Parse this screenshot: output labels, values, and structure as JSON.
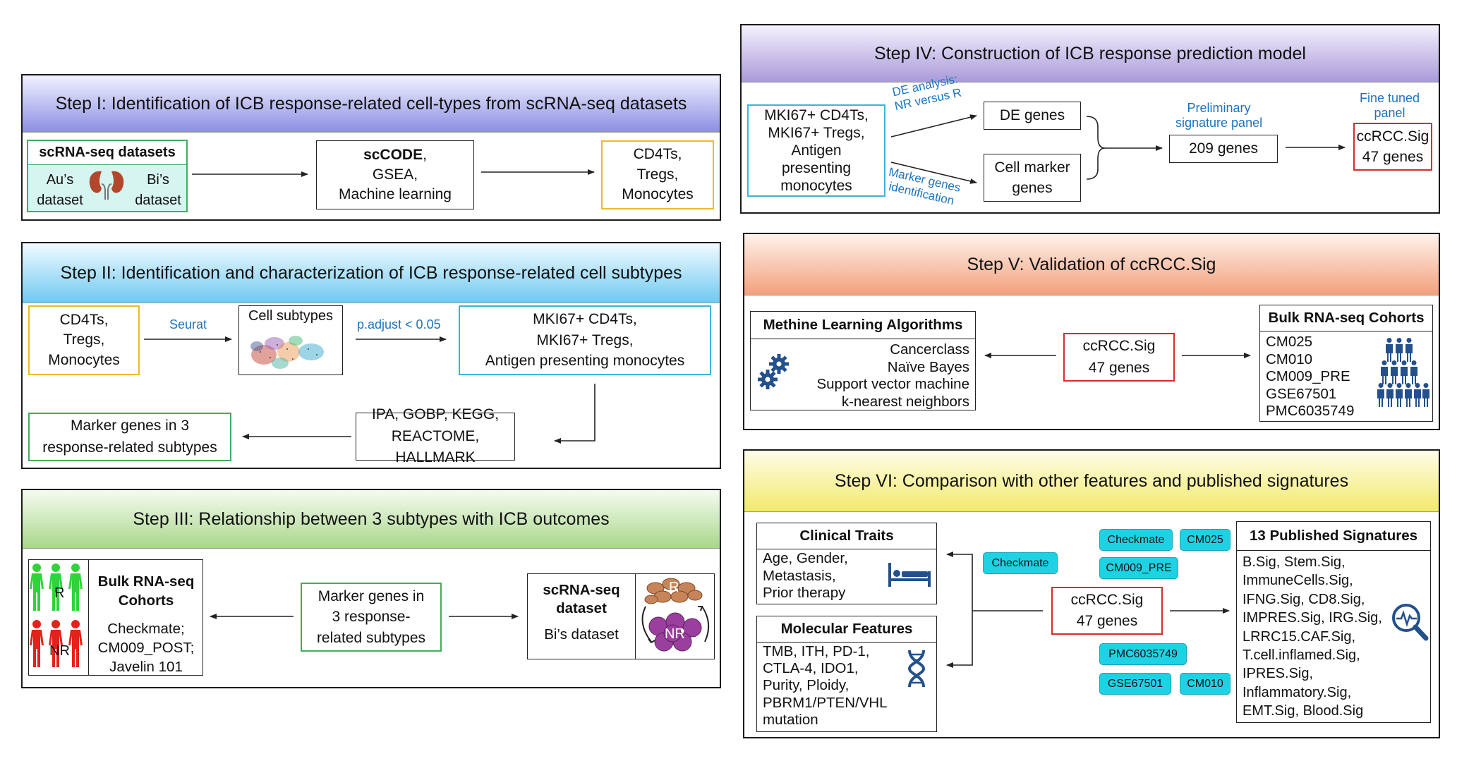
{
  "colors": {
    "step1": "#8c8fe3",
    "step2": "#6fc9f2",
    "step3": "#a9d78b",
    "step4": "#a99ad8",
    "step5": "#f2a07c",
    "step6": "#f1ea6a",
    "gold": "#f0b82a",
    "green": "#3fae5c",
    "cyan": "#3fb3d8",
    "red": "#d82b2b",
    "chip": "#1fd2e3",
    "blue_text": "#1e73be"
  },
  "step1": {
    "title": "Step I: Identification of ICB response-related cell-types from scRNA-seq datasets",
    "datasets_header": "scRNA-seq datasets",
    "au_line1": "Au’s",
    "au_line2": "dataset",
    "bi_line1": "Bi’s",
    "bi_line2": "dataset",
    "methods_bold": "scCODE",
    "methods_line1_suffix": ",",
    "methods_line2": "GSEA,",
    "methods_line3": "Machine learning",
    "celltypes": [
      "CD4Ts,",
      "Tregs,",
      "Monocytes"
    ]
  },
  "step2": {
    "title": "Step II: Identification and characterization of ICB response-related cell subtypes",
    "input": [
      "CD4Ts,",
      "Tregs,",
      "Monocytes"
    ],
    "seurat_label": "Seurat",
    "subtypes_label": "Cell subtypes",
    "padjust_label": "p.adjust < 0.05",
    "result": [
      "MKI67+ CD4Ts,",
      "MKI67+ Tregs,",
      "Antigen presenting monocytes"
    ],
    "enrichment": [
      "IPA, GOBP, KEGG,",
      "REACTOME, HALLMARK"
    ],
    "marker": [
      "Marker genes in 3",
      "response-related subtypes"
    ]
  },
  "step3": {
    "title": "Step III: Relationship between 3 subtypes with ICB outcomes",
    "R": "R",
    "NR": "NR",
    "bulk_header": [
      "Bulk RNA-seq",
      "Cohorts"
    ],
    "bulk_items": [
      "Checkmate;",
      "CM009_POST;",
      "Javelin 101"
    ],
    "marker": [
      "Marker genes in",
      "3 response-",
      "related subtypes"
    ],
    "sc_header": [
      "scRNA-seq",
      "dataset"
    ],
    "sc_item": "Bi’s dataset",
    "cluster_R": "R",
    "cluster_NR": "NR"
  },
  "step4": {
    "title": "Step IV: Construction of ICB response prediction model",
    "input": [
      "MKI67+ CD4Ts,",
      "MKI67+ Tregs,",
      "Antigen",
      "presenting",
      "monocytes"
    ],
    "de_label": [
      "DE analysis:",
      "NR versus R"
    ],
    "marker_label": [
      "Marker genes",
      "identification"
    ],
    "de_genes": "DE genes",
    "cell_marker": [
      "Cell marker",
      "genes"
    ],
    "prelim_label": [
      "Preliminary",
      "signature panel"
    ],
    "prelim_value": "209 genes",
    "fine_label": [
      "Fine tuned",
      "panel"
    ],
    "final": [
      "ccRCC.Sig",
      "47 genes"
    ]
  },
  "step5": {
    "title": "Step V: Validation of ccRCC.Sig",
    "ml_header": "Methine Learning Algorithms",
    "ml_items": [
      "Cancerclass",
      "Naïve Bayes",
      "Support vector machine",
      "k-nearest neighbors"
    ],
    "center": [
      "ccRCC.Sig",
      "47 genes"
    ],
    "bulk_header": "Bulk RNA-seq Cohorts",
    "bulk_items": [
      "CM025",
      "CM010",
      "CM009_PRE",
      "GSE67501",
      "PMC6035749"
    ]
  },
  "step6": {
    "title": "Step VI: Comparison with other features and published signatures",
    "clinical_header": "Clinical Traits",
    "clinical_items": [
      "Age, Gender,",
      "Metastasis,",
      "Prior therapy"
    ],
    "molecular_header": "Molecular Features",
    "molecular_items": [
      "TMB, ITH, PD-1,",
      "CTLA-4, IDO1,",
      "Purity, Ploidy,",
      "PBRM1/PTEN/VHL",
      "mutation"
    ],
    "center": [
      "ccRCC.Sig",
      "47 genes"
    ],
    "chips": {
      "checkmate_left": "Checkmate",
      "checkmate_top": "Checkmate",
      "cm025": "CM025",
      "cm009": "CM009_PRE",
      "pmc": "PMC6035749",
      "gse": "GSE67501",
      "cm010": "CM010"
    },
    "published_header": "13 Published Signatures",
    "published_items": [
      "B.Sig, Stem.Sig,",
      "ImmuneCells.Sig,",
      "IFNG.Sig, CD8.Sig,",
      "IMPRES.Sig, IRG.Sig,",
      "LRRC15.CAF.Sig,",
      "T.cell.inflamed.Sig,",
      "IPRES.Sig,",
      "Inflammatory.Sig,",
      "EMT.Sig, Blood.Sig"
    ]
  }
}
